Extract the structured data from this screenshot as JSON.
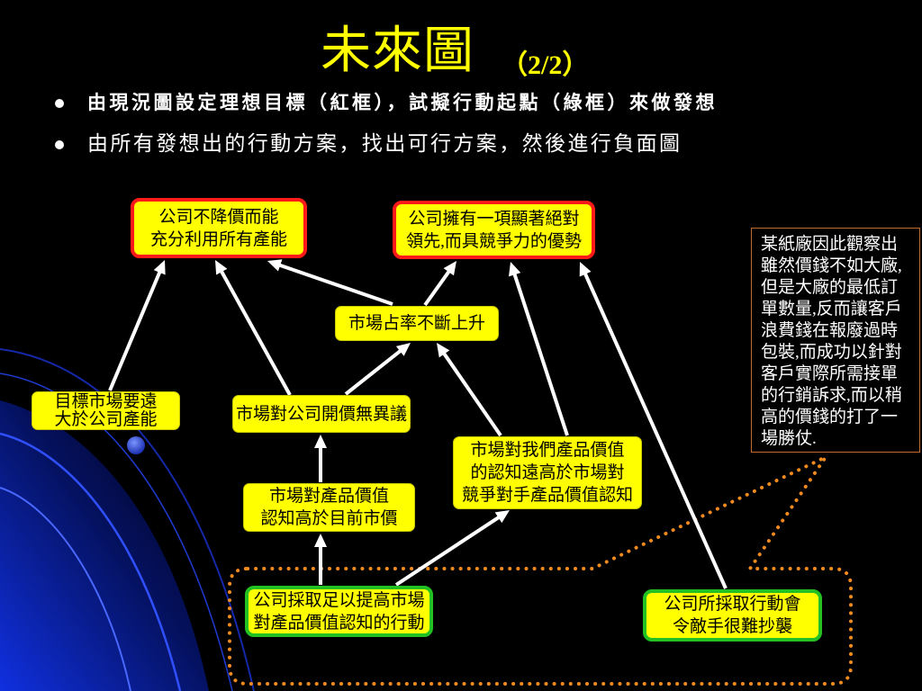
{
  "title": {
    "main": "未來圖",
    "suffix": "（2/2）"
  },
  "bullets": [
    "由現況圖設定理想目標（紅框），試擬行動起點（綠框）來做發想",
    "由所有發想出的行動方案，找出可行方案，然後進行負面圖"
  ],
  "diagram": {
    "goal_full_capacity": [
      "公司不降價而能",
      "充分利用所有產能"
    ],
    "goal_competitive_advantage": [
      "公司擁有一項顯著絕對",
      "領先,而具競爭力的優勢"
    ],
    "market_share_rising": [
      "市場占率不斷上升"
    ],
    "target_market_size": [
      "目標市場要遠",
      "大於公司產能"
    ],
    "price_accepted": [
      "市場對公司開價無異議"
    ],
    "value_vs_competitors": [
      "市場對我們產品價值",
      "的認知遠高於市場對",
      "競爭對手產品價值認知"
    ],
    "value_above_price": [
      "市場對產品價值",
      "認知高於目前市價"
    ],
    "action_raise_value": [
      "公司採取足以提高市場",
      "對產品價值認知的行動"
    ],
    "action_hard_to_copy": [
      "公司所採取行動會",
      "令敵手很難抄襲"
    ]
  },
  "callout": {
    "lines": [
      "某紙廠因此觀察出",
      "雖然價錢不如大廠,",
      "但是大廠的最低訂",
      "單數量,反而讓客戶",
      "浪費錢在報廢過時",
      "包裝,而成功以針對",
      "客戶實際所需接單",
      "的行銷訴求,而以稍",
      "高的價錢的打了一",
      "場勝仗."
    ]
  },
  "colors": {
    "background": "#000000",
    "title": "#ffff00",
    "box_fill": "#ffff00",
    "goal_border": "#ff1a1a",
    "action_border": "#22c022",
    "callout_border": "#c46a2a",
    "dotted_outline": "#f28a1e",
    "arrow": "#ffffff",
    "decoration_blue": "#1030e0"
  }
}
